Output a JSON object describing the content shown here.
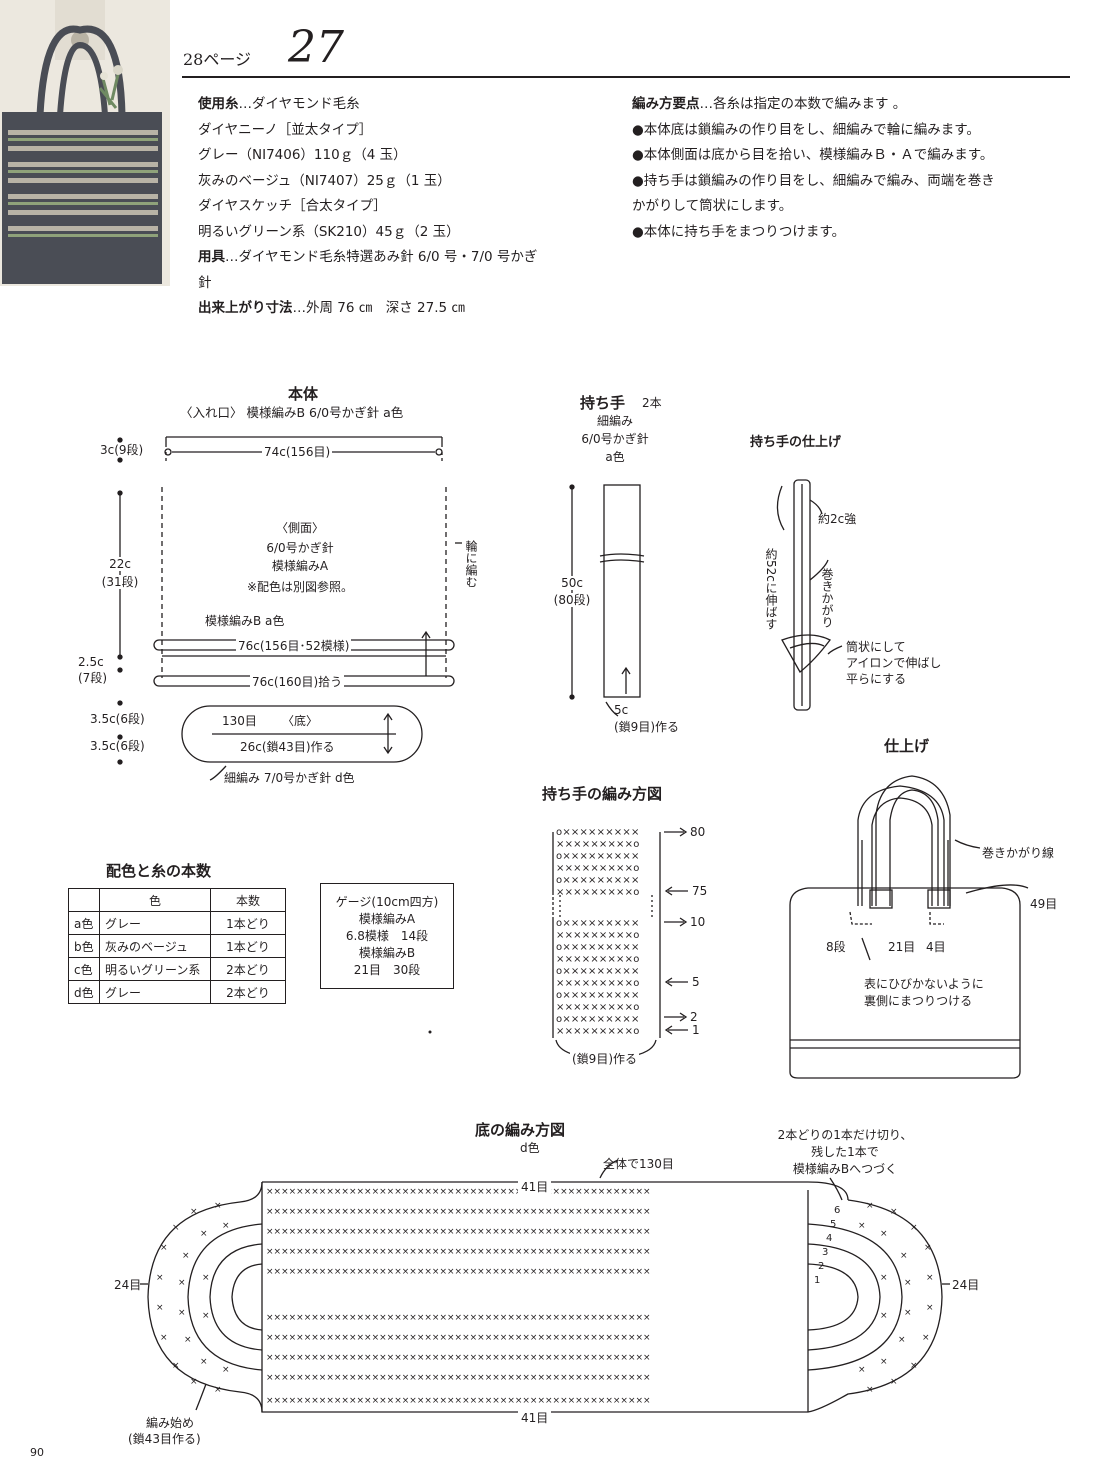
{
  "header": {
    "page_ref": "28ページ",
    "number": "27"
  },
  "materials": {
    "yarn_label": "使用糸",
    "yarn_brand": "…ダイヤモンド毛糸",
    "yarn1_name": "ダイヤニーノ［並太タイプ］",
    "yarn1_c1": "グレー（NI7406）110ｇ（4 玉）",
    "yarn1_c2": "灰みのベージュ（NI7407）25ｇ（1 玉）",
    "yarn2_name": "ダイヤスケッチ［合太タイプ］",
    "yarn2_c1": "明るいグリーン系（SK210）45ｇ（2 玉）",
    "tool_label": "用具",
    "tool_text": "…ダイヤモンド毛糸特選あみ針 6/0 号・7/0 号かぎ",
    "tool_text2": "針",
    "size_label": "出来上がり寸法",
    "size_text": "…外周 76 ㎝　深さ 27.5 ㎝"
  },
  "points": {
    "label": "編み方要点",
    "intro": "…各糸は指定の本数で編みます 。",
    "items": [
      "●本体底は鎖編みの作り目をし、細編みで輪に編みます。",
      "●本体側面は底から目を拾い、模様編みＢ・Ａで編みます。",
      "●持ち手は鎖編みの作り目をし、細編みで編み、両端を巻き",
      "かがりして筒状にします。",
      "●本体に持ち手をまつりつけます。"
    ]
  },
  "body": {
    "title": "本体",
    "opening": "〈入れ口〉 模様編みB 6/0号かぎ針 a色",
    "top_width": "74c(156目)",
    "side_title": "〈側面〉",
    "side_needle": "6/0号かぎ針",
    "side_pattern": "模様編みA",
    "side_note": "※配色は別図参照。",
    "side_b": "模様編みB a色",
    "mid_width": "76c(156目･52模様)",
    "pick_width": "76c(160目)拾う",
    "ring": "輪に編む",
    "h1": "3c(9段)",
    "h2": "22c",
    "h2b": "(31段)",
    "h3": "2.5c",
    "h3b": "(7段)",
    "h4": "3.5c(6段)",
    "h5": "3.5c(6段)",
    "base_stitches": "130目",
    "base_title": "〈底〉",
    "base_chain": "26c(鎖43目)作る",
    "base_yarn": "細編み 7/0号かぎ針 d色"
  },
  "handle": {
    "title": "持ち手",
    "count": "2本",
    "stitch": "細編み",
    "needle": "6/0号かぎ針",
    "color": "a色",
    "length": "50c",
    "length_rows": "(80段)",
    "width": "5c",
    "chain": "(鎖9目)作る"
  },
  "handle_finish": {
    "title": "持ち手の仕上げ",
    "strong": "約2c強",
    "stretch": "約52cに伸ばす",
    "whip": "巻きかがり",
    "note1": "筒状にして",
    "note2": "アイロンで伸ばし",
    "note3": "平らにする"
  },
  "finish": {
    "title": "仕上げ",
    "whip_line": "巻きかがり線",
    "stitches": "49目",
    "rows": "8段",
    "c21": "21目",
    "c4": "4目",
    "note1": "表にひびかないように",
    "note2": "裏側にまつりつける"
  },
  "handle_chart": {
    "title": "持ち手の編み方図",
    "row_nums": [
      "80",
      "75",
      "10",
      "5",
      "2",
      "1"
    ],
    "chain": "(鎖9目)作る"
  },
  "color_table": {
    "title": "配色と糸の本数",
    "headers": [
      "",
      "色",
      "本数"
    ],
    "rows": [
      [
        "a色",
        "グレー",
        "1本どり"
      ],
      [
        "b色",
        "灰みのベージュ",
        "1本どり"
      ],
      [
        "c色",
        "明るいグリーン系",
        "2本どり"
      ],
      [
        "d色",
        "グレー",
        "2本どり"
      ]
    ]
  },
  "gauge": {
    "title": "ゲージ(10cm四方)",
    "a": "模様編みA",
    "a_val": "6.8模様　14段",
    "b": "模様編みB",
    "b_val": "21目　30段"
  },
  "base_chart": {
    "title": "底の編み方図",
    "color": "d色",
    "total": "全体で130目",
    "note1": "2本どりの1本だけ切り、",
    "note2": "残した1本で",
    "note3": "模様編みBへつづく",
    "top": "41目",
    "bottom": "41目",
    "left": "24目",
    "right": "24目",
    "start1": "編み始め",
    "start2": "(鎖43目作る)",
    "rounds": [
      "6",
      "5",
      "4",
      "3",
      "2",
      "1"
    ]
  },
  "page_number": "90",
  "colors": {
    "ink": "#231f20",
    "photo_bg": "#ece8df",
    "bag_dark": "#4a4d55",
    "bag_stripe": "#b8b3a6",
    "leaf": "#6f8a62"
  }
}
